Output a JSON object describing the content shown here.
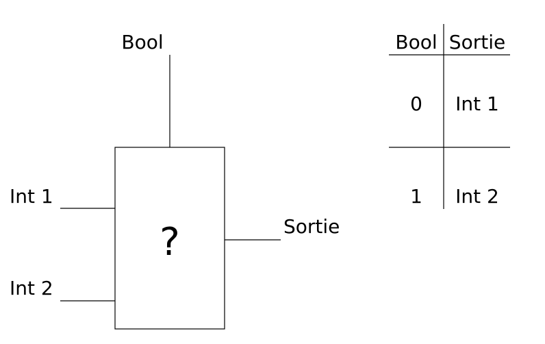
{
  "block": {
    "label": "?",
    "input_top": "Bool",
    "input_1": "Int 1",
    "input_2": "Int 2",
    "output": "Sortie"
  },
  "truth_table": {
    "headers": [
      "Bool",
      "Sortie"
    ],
    "rows": [
      {
        "bool": "0",
        "sortie": "Int 1"
      },
      {
        "bool": "1",
        "sortie": "Int 2"
      }
    ]
  }
}
